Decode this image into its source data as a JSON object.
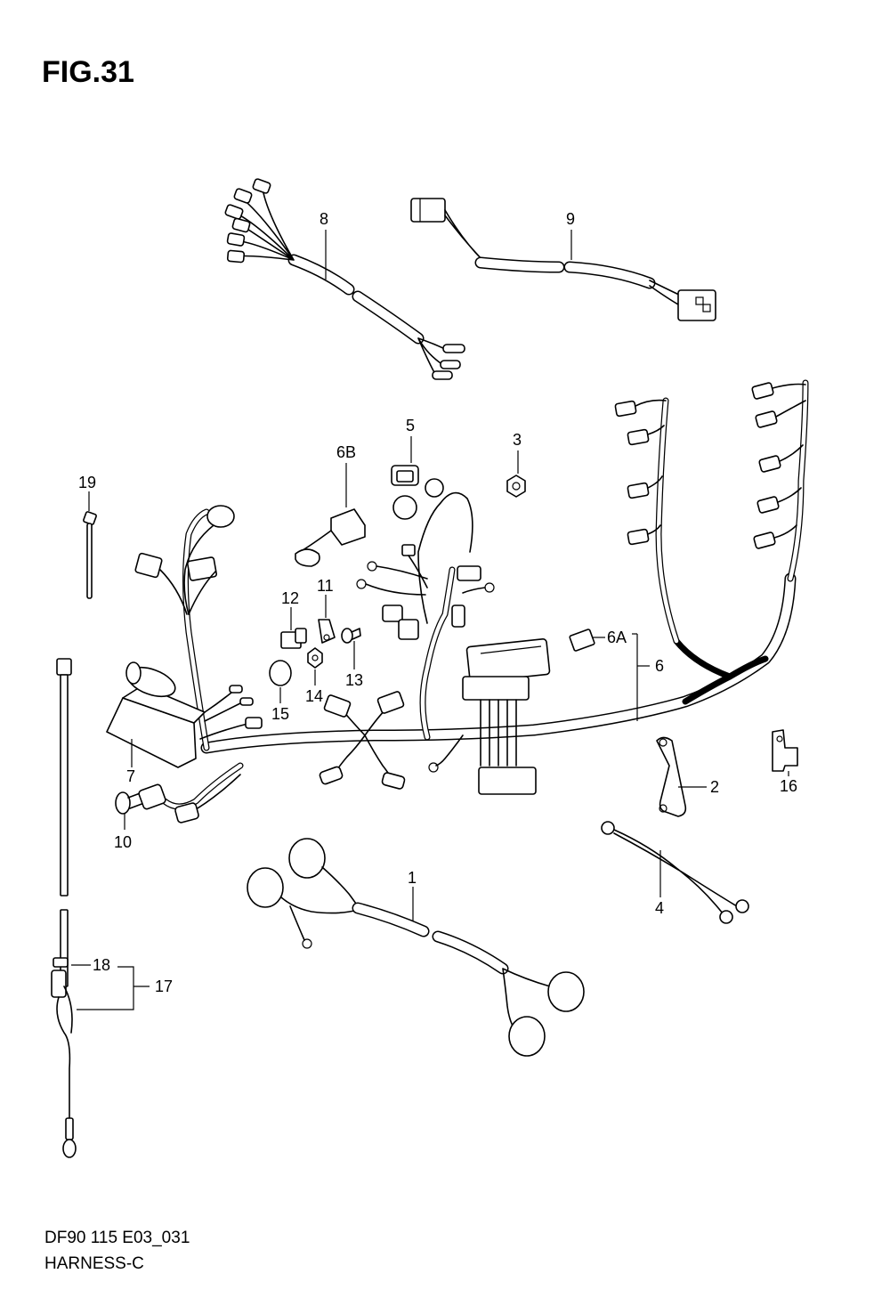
{
  "figure": {
    "title": "FIG.31",
    "code": "DF90 115 E03_031",
    "name": "HARNESS-C"
  },
  "callouts": {
    "p1": "1",
    "p2": "2",
    "p3": "3",
    "p4": "4",
    "p5": "5",
    "p6": "6",
    "p6a": "6A",
    "p6b": "6B",
    "p7": "7",
    "p8": "8",
    "p9": "9",
    "p10": "10",
    "p11": "11",
    "p12": "12",
    "p13": "13",
    "p14": "14",
    "p15": "15",
    "p16": "16",
    "p17": "17",
    "p18": "18",
    "p19": "19"
  }
}
